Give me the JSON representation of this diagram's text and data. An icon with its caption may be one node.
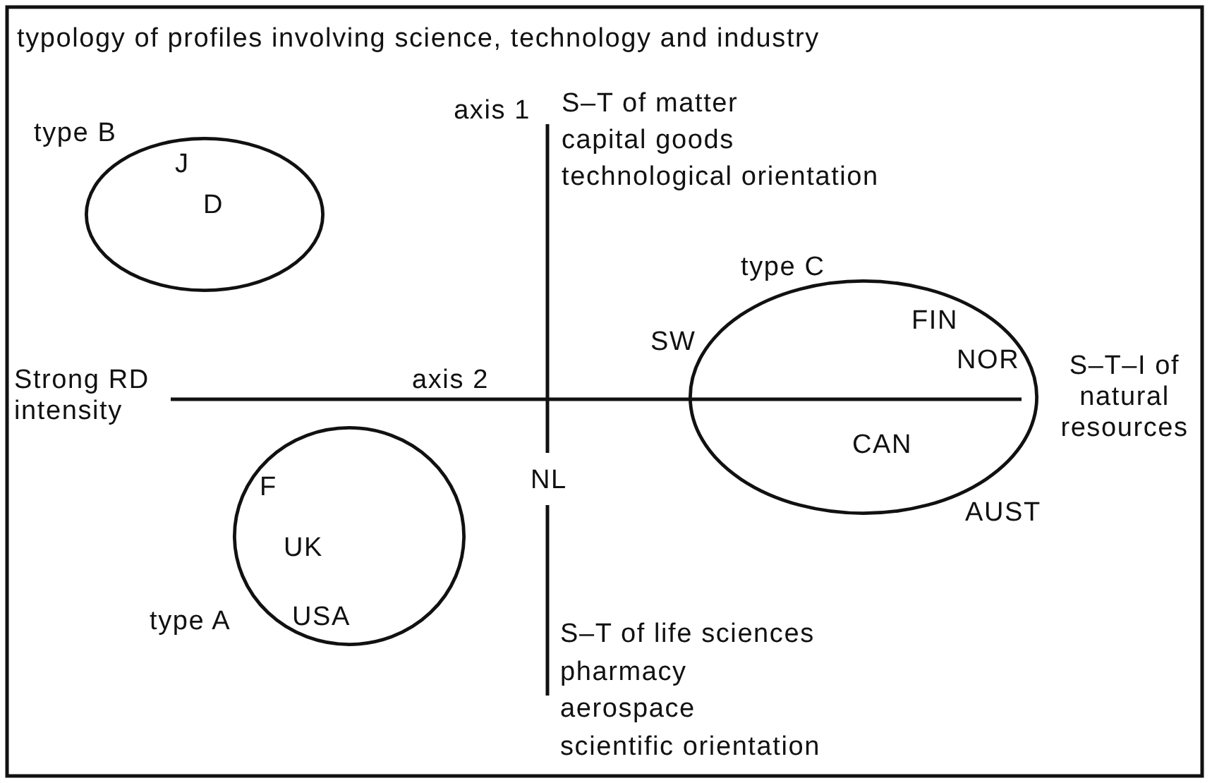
{
  "diagram": {
    "title": "typology of profiles involving science, technology and industry",
    "nodes": [
      {
        "text": [
          "type B",
          "J",
          "D"
        ]
      },
      {
        "text": [
          "type C",
          "SW",
          "FIN",
          "NOR",
          "CAN",
          "AUST"
        ]
      },
      {
        "text": [
          "F",
          "UK",
          "USA",
          "type A"
        ]
      }
    ],
    "labels": [
      "axis 1",
      "S–T of matter",
      "capital goods",
      "technological orientation",
      "Strong RD intensity",
      "axis 2",
      "S–T–I of natural resources",
      "NL",
      "S–T of life sciences",
      "pharmacy",
      "aerospace",
      "scientific orientation"
    ]
  }
}
